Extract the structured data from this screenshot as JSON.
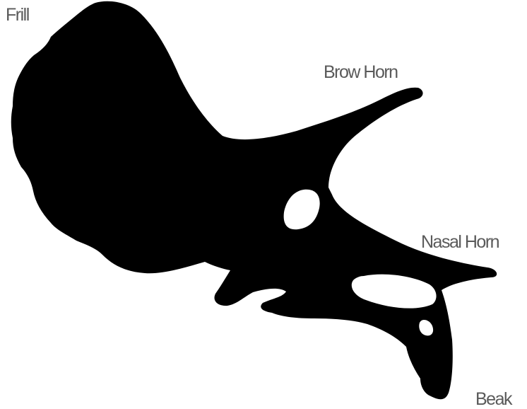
{
  "labels": {
    "frill": "Frill",
    "brow_horn": "Brow Horn",
    "nasal_horn": "Nasal Horn",
    "beak": "Beak"
  },
  "colors": {
    "silhouette": "#000000",
    "label_text": "#5a5a5a",
    "background": "#ffffff"
  }
}
